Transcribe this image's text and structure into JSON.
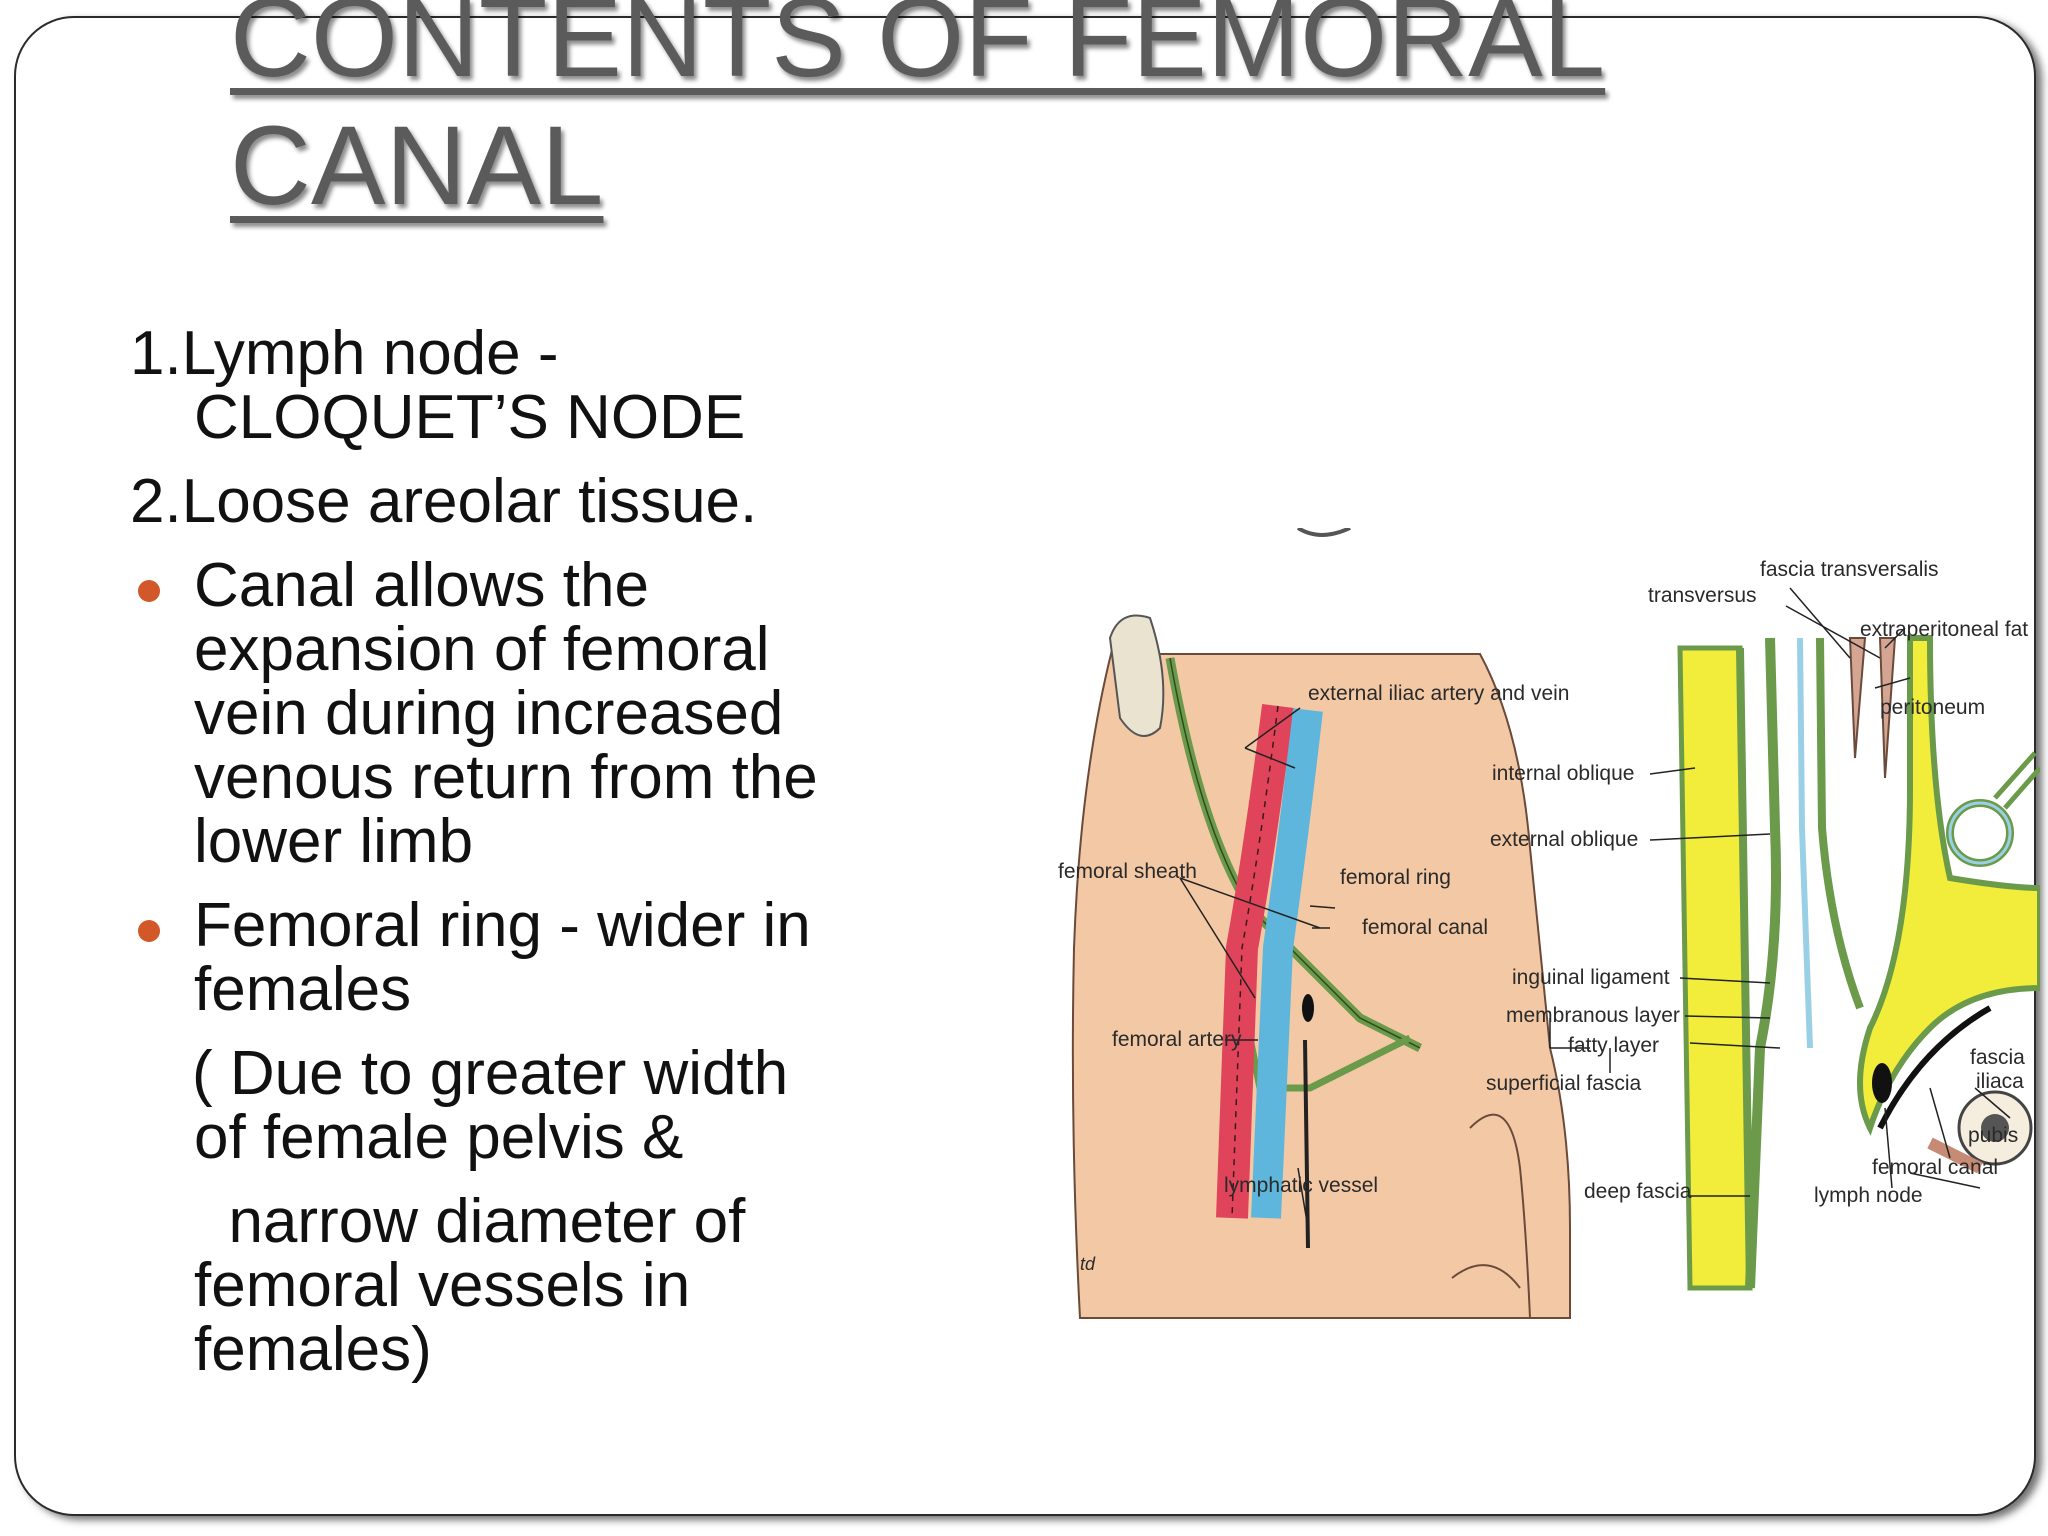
{
  "slide": {
    "title_line1": "CONTENTS OF FEMORAL",
    "title_line2": "CANAL",
    "items": {
      "item1_a": "1.Lymph node -",
      "item1_b": "CLOQUET’S NODE",
      "item2": "2.Loose areolar tissue.",
      "bullet1": [
        "Canal allows the",
        "expansion of femoral",
        "vein during increased",
        "venous  return from the",
        "lower limb"
      ],
      "bullet2": [
        "Femoral ring - wider in",
        "females"
      ],
      "note": [
        "( Due  to greater width",
        "of female  pelvis  &",
        "  narrow diameter of",
        "femoral vessels  in",
        "females)"
      ]
    },
    "colors": {
      "bullet": "#d2582a",
      "title": "#5b5b5b",
      "skin": "#f3c9a5",
      "artery": "#e0445a",
      "vein": "#5fb6dd",
      "fascia": "#6a9a4a",
      "fat": "#f2ec3a"
    }
  },
  "diagram": {
    "labels": {
      "fascia_transversalis": "fascia transversalis",
      "transversus": "transversus",
      "extraperitoneal_fat": "extraperitoneal fat",
      "external_iliac": "external iliac artery and vein",
      "peritoneum": "peritoneum",
      "internal_oblique": "internal oblique",
      "external_oblique": "external oblique",
      "femoral_sheath": "femoral sheath",
      "femoral_ring": "femoral ring",
      "femoral_canal_left": "femoral canal",
      "inguinal_ligament": "inguinal ligament",
      "membranous_layer": "membranous layer",
      "fatty_layer": "fatty layer",
      "femoral_artery": "femoral artery",
      "superficial_fascia": "superficial fascia",
      "fascia_iliaca_1": "fascia",
      "fascia_iliaca_2": "iliaca",
      "pubis": "pubis",
      "femoral_canal_right": "femoral canal",
      "lymphatic_vessel": "lymphatic vessel",
      "deep_fascia": "deep fascia",
      "lymph_node": "lymph node",
      "signature": "td"
    }
  }
}
